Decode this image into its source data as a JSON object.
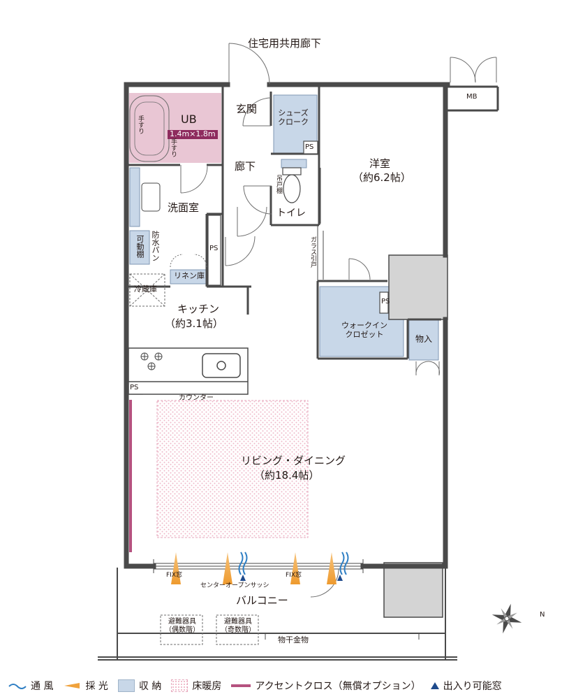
{
  "rooms": {
    "corridor_shared": "住宅用共用廊下",
    "mb": "MB",
    "ub": "UB",
    "ub_size": "1.4m×1.8m",
    "handrail": "手すり",
    "entrance": "玄関",
    "shoe_closet": "シューズ\nクローク",
    "ps": "PS",
    "hallway": "廊下",
    "hanging_cabinet": "吊戸棚",
    "toilet": "トイレ",
    "western_room": "洋室",
    "western_room_size": "（約6.2帖）",
    "washroom": "洗面室",
    "waterproof_pan": "防水パン",
    "movable_shelf": "可動棚",
    "linen_storage": "リネン庫",
    "glass_sliding_door": "ガラス引戸",
    "fridge": "冷蔵庫",
    "kitchen": "キッチン",
    "kitchen_size": "（約3.1帖）",
    "walk_in_closet": "ウォークイン\nクロゼット",
    "storage": "物入",
    "counter": "カウンター",
    "living_dining": "リビング・ダイニング",
    "living_dining_size": "（約18.4帖）",
    "fix_window": "FIX窓",
    "center_open_sash": "センターオープンサッシ",
    "balcony": "バルコニー",
    "evacuation_even": "避難器具\n（偶数階）",
    "evacuation_odd": "避難器具\n（奇数階）",
    "drying_hardware": "物干金物",
    "north": "N"
  },
  "legend": {
    "ventilation": "通 風",
    "daylight": "採 光",
    "storage": "収 納",
    "floor_heating": "床暖房",
    "accent_cloth": "アクセントクロス（無償オプション）",
    "entry_window": "出入り可能窓"
  },
  "colors": {
    "wall": "#4a4a4a",
    "ub_fill": "#e9c6d4",
    "storage_fill": "#c8d7e8",
    "floor_heating": "#efb8c8",
    "accent": "#b5527f",
    "ventilation": "#2f7fc4",
    "daylight": "#f0a23c",
    "entry": "#1e4a8c",
    "column": "#d4d4d4",
    "ub_badge": "#8e2b5e"
  }
}
